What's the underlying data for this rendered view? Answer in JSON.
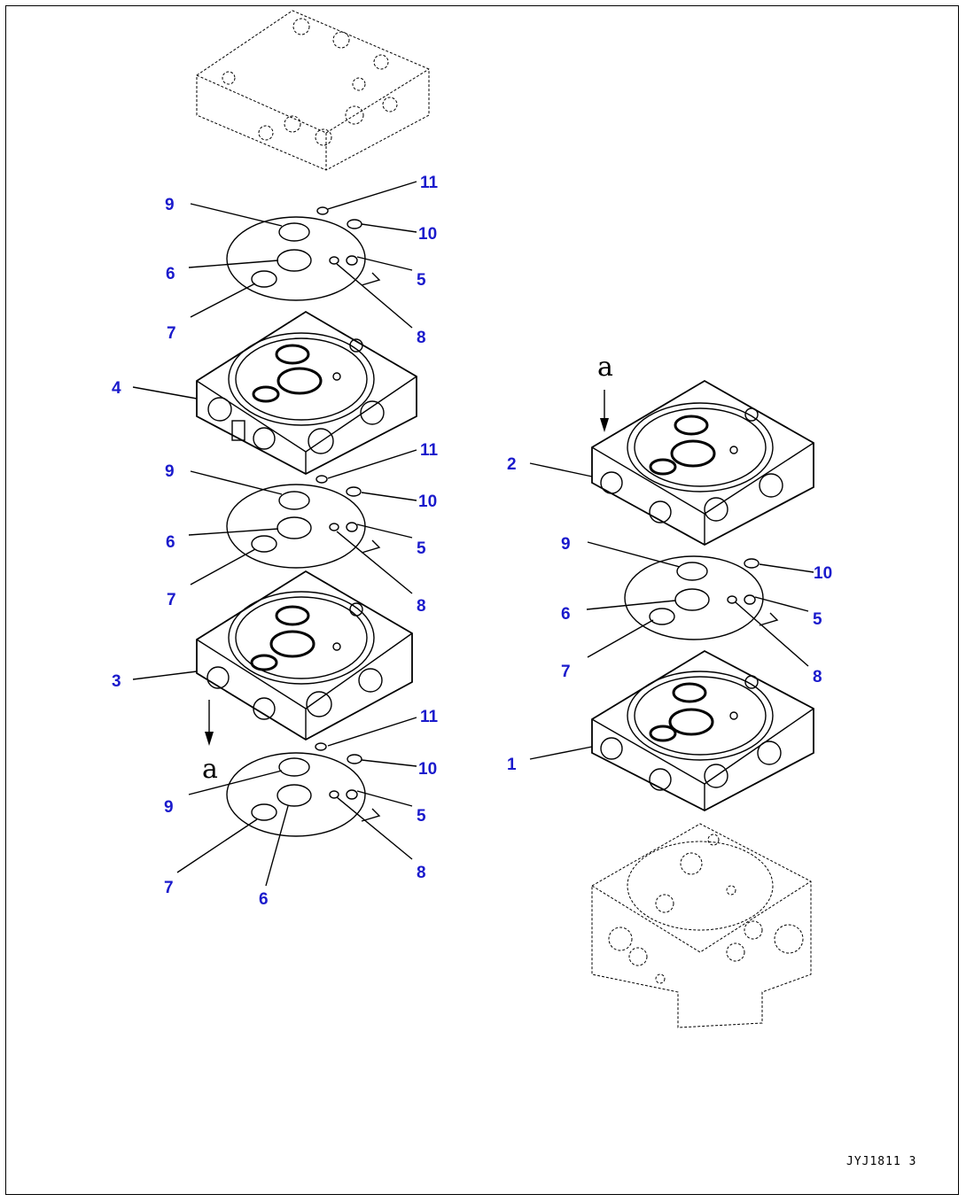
{
  "diagram": {
    "callouts": {
      "s1": [
        "11",
        "9",
        "10",
        "6",
        "5",
        "7",
        "8"
      ],
      "s2": [
        "11",
        "9",
        "10",
        "6",
        "5",
        "7",
        "8"
      ],
      "s3": [
        "11",
        "10",
        "9",
        "5",
        "7",
        "8",
        "6"
      ],
      "s4": [
        "9",
        "10",
        "6",
        "5",
        "7",
        "8"
      ],
      "bodies": [
        "4",
        "3",
        "2",
        "1"
      ]
    },
    "view_label": "a",
    "drawing_code": "JYJ1811 3"
  }
}
